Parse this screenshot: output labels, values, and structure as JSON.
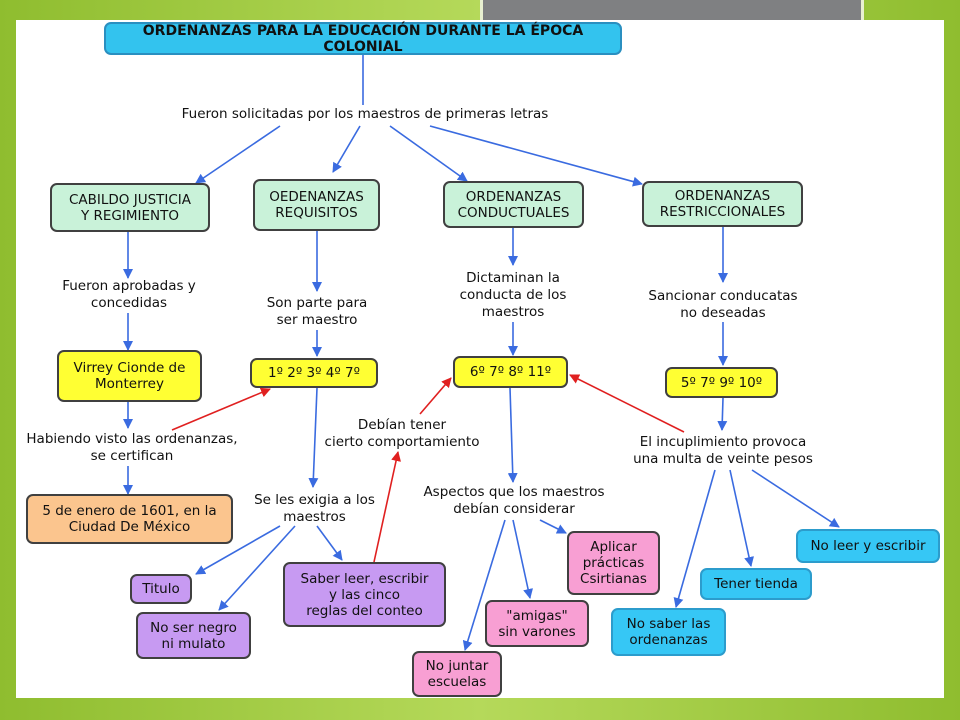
{
  "colors": {
    "cyan": "#33c3ee",
    "green": "#c9f2d9",
    "yellow": "#ffff33",
    "orange": "#fbc58e",
    "purple": "#c79af2",
    "pink": "#f89fd3",
    "blue": "#36c7f5",
    "arrow_blue": "#3a6be0",
    "arrow_red": "#e02020"
  },
  "nodes": {
    "title": "ORDENANZAS PARA LA EDUCACIÓN DURANTE LA ÉPOCA COLONIAL",
    "cabildo": "CABILDO JUSTICIA\nY REGIMIENTO",
    "requisitos": "OEDENANZAS\nREQUISITOS",
    "conductuales": "ORDENANZAS\nCONDUCTUALES",
    "restriccionales": "ORDENANZAS\nRESTRICCIONALES",
    "virrey": "Virrey Cionde de\nMonterrey",
    "fecha": "5 de enero de 1601, en la\nCiudad De México",
    "req_nums": "1º 2º 3º 4º 7º",
    "cond_nums": "6º 7º 8º 11º",
    "rest_nums": "5º 7º 9º 10º",
    "titulo": "Titulo",
    "no_negro": "No ser negro\nni mulato",
    "saber_leer": "Saber leer, escribir\ny las cinco\nreglas del conteo",
    "no_juntar": "No juntar\nescuelas",
    "amigas": "\"amigas\"\nsin varones",
    "aplicar": "Aplicar\nprácticas\nCsirtianas",
    "no_saber": "No saber las\nordenanzas",
    "tienda": "Tener tienda",
    "no_leer": "No leer y escribir"
  },
  "labels": {
    "solicitadas": "Fueron solicitadas por los maestros de primeras letras",
    "aprobadas": "Fueron aprobadas y\nconcedidas",
    "parte": "Son parte para\nser maestro",
    "dictaminan": "Dictaminan la\nconducta de los\nmaestros",
    "sancionar": "Sancionar conducatas\nno deseadas",
    "habiendo": "Habiendo visto las ordenanzas,\nse certifican",
    "debian_tener": "Debían tener\ncierto comportamiento",
    "incumplimiento": "El incuplimiento provoca\nuna multa de veinte pesos",
    "exigia": "Se les exigia a los\nmaestros",
    "aspectos": "Aspectos que los maestros\ndebían considerar"
  }
}
